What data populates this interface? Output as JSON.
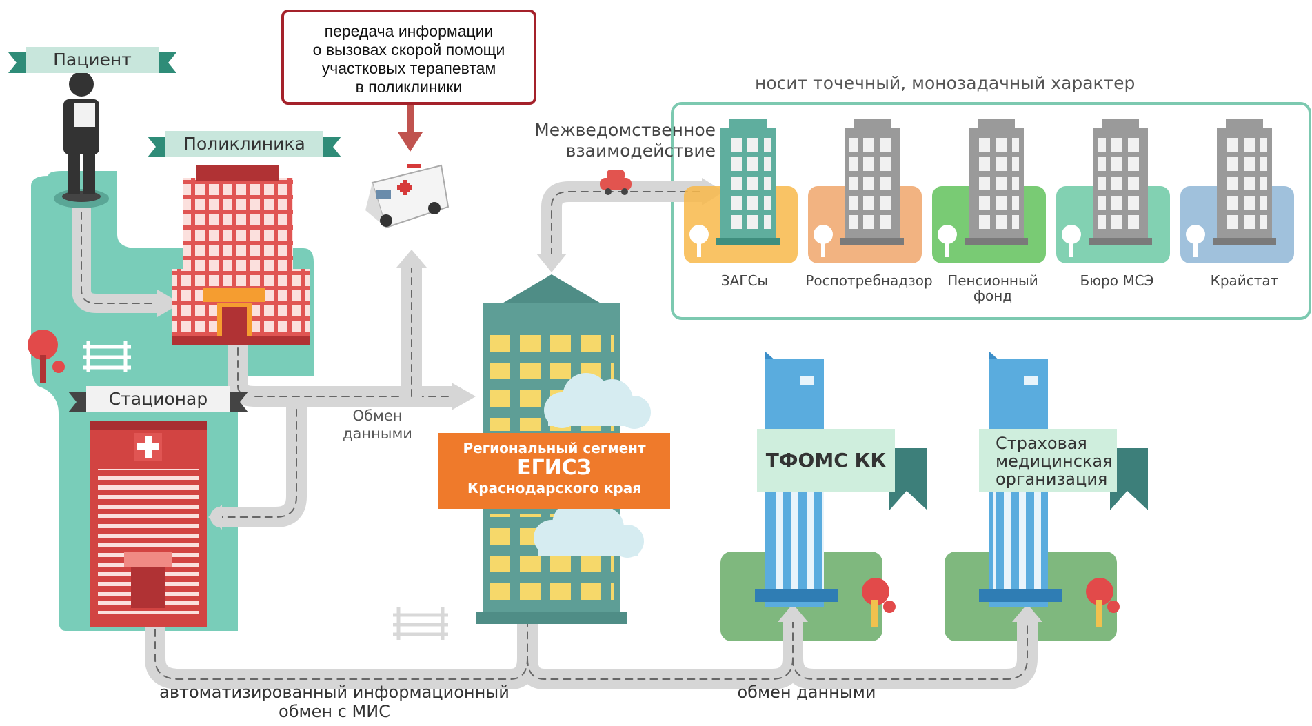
{
  "callout": {
    "lines": [
      "передача информации",
      "о вызовах скорой помощи",
      "участковых терапевтам",
      "в поликлиники"
    ]
  },
  "labels": {
    "patient": "Пациент",
    "polyclinic": "Поликлиника",
    "hospital": "Стационар",
    "data_exchange_small_1": "Обмен",
    "data_exchange_small_2": "данными",
    "interagency_1": "Межведомственное",
    "interagency_2": "взаимодействие",
    "point_tasks": "носит точечный, монозадачный характер",
    "bottom_left_1": "автоматизированный информационный",
    "bottom_left_2": "обмен с МИС",
    "bottom_right": "обмен данными"
  },
  "egisz": {
    "line1": "Региональный сегмент",
    "line2": "ЕГИСЗ",
    "line3": "Краснодарского края"
  },
  "tfoms": "ТФОМС КК",
  "insurer": {
    "line1": "Страховая",
    "line2": "медицинская",
    "line3": "организация"
  },
  "agencies": [
    {
      "name": "ЗАГСы",
      "name2": "",
      "color": "#f8b84a"
    },
    {
      "name": "Роспотребнадзор",
      "name2": "",
      "color": "#f0a66b"
    },
    {
      "name": "Пенсионный",
      "name2": "фонд",
      "color": "#62c25c"
    },
    {
      "name": "Бюро МСЭ",
      "name2": "",
      "color": "#6cc9a5"
    },
    {
      "name": "Крайстат",
      "name2": "",
      "color": "#8fb6d6"
    }
  ],
  "colors": {
    "teal_area": "#79cdb9",
    "road": "#d6d6d6",
    "callout_border": "#a4212a",
    "banner": "#ef7a2b",
    "green_area": "#7fb87e"
  }
}
